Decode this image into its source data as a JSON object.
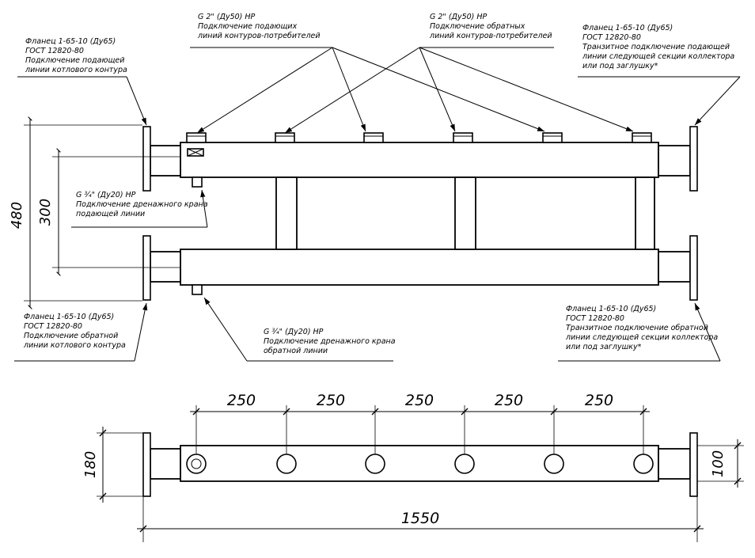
{
  "top_view": {
    "supply_ports": {
      "l1": "G 2\" (Ду50) НР",
      "l2": "Подключение подающих",
      "l3": "линий контуров-потребителей"
    },
    "return_ports": {
      "l1": "G 2\" (Ду50) НР",
      "l2": "Подключение обратных",
      "l3": "линий контуров-потребителей"
    },
    "flange_supply_left": {
      "l1": "Фланец 1-65-10 (Ду65)",
      "l2": "ГОСТ 12820-80",
      "l3": "Подключение подающей",
      "l4": "линии котлового контура"
    },
    "flange_supply_right": {
      "l1": "Фланец 1-65-10 (Ду65)",
      "l2": "ГОСТ 12820-80",
      "l3": "Транзитное подключение подающей",
      "l4": "линии следующей секции коллектора",
      "l5": "или под заглушку*"
    },
    "drain_supply": {
      "l1": "G ¾\" (Ду20) НР",
      "l2": "Подключение дренажного крана",
      "l3": "подающей линии"
    },
    "flange_return_left": {
      "l1": "Фланец 1-65-10 (Ду65)",
      "l2": "ГОСТ 12820-80",
      "l3": "Подключение обратной",
      "l4": "линии котлового контура"
    },
    "drain_return": {
      "l1": "G ¾\" (Ду20) НР",
      "l2": "Подключение дренажного крана",
      "l3": "обратной линии"
    },
    "flange_return_right": {
      "l1": "Фланец 1-65-10 (Ду65)",
      "l2": "ГОСТ 12820-80",
      "l3": "Транзитное подключение обратной",
      "l4": "линии следующей секции коллектора",
      "l5": "или под заглушку*"
    },
    "dim_height": "480",
    "dim_axis": "300"
  },
  "bottom_view": {
    "spacings": [
      "250",
      "250",
      "250",
      "250",
      "250"
    ],
    "dim_length": "1550",
    "dim_flange": "180",
    "dim_pipe": "100"
  }
}
